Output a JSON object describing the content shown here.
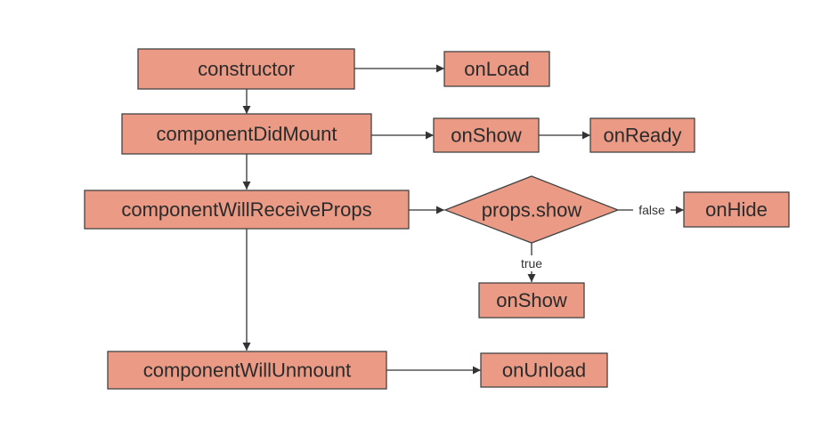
{
  "diagram": {
    "nodes": {
      "constructor": "constructor",
      "on_load": "onLoad",
      "component_did_mount": "componentDidMount",
      "on_show_1": "onShow",
      "on_ready": "onReady",
      "component_will_receive_props": "componentWillReceiveProps",
      "props_show": "props.show",
      "on_hide": "onHide",
      "on_show_2": "onShow",
      "component_will_unmount": "componentWillUnmount",
      "on_unload": "onUnload"
    },
    "edge_labels": {
      "false_label": "false",
      "true_label": "true"
    },
    "colors": {
      "node_fill": "#ea9a85",
      "node_stroke": "#444444",
      "edge": "#333333"
    }
  }
}
